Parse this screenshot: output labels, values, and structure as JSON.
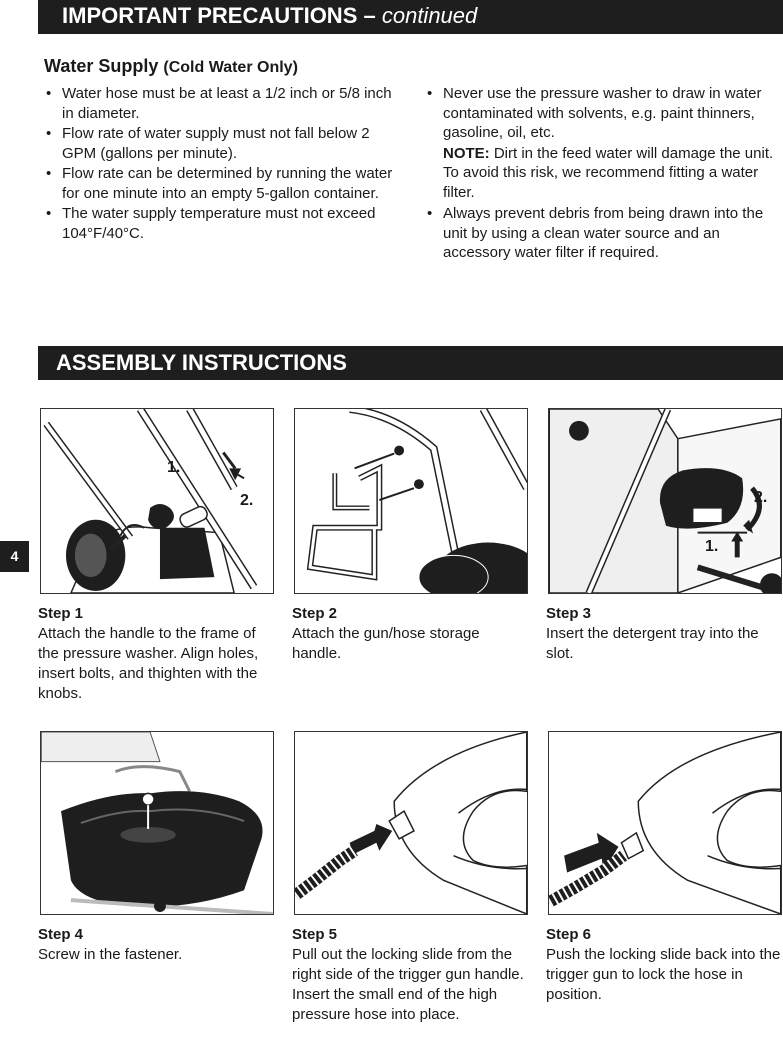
{
  "precautions": {
    "title": "IMPORTANT PRECAUTIONS –",
    "title_continued": "continued",
    "water_supply_title": "Water Supply",
    "water_supply_subtitle": "(Cold Water Only)",
    "left_bullets": [
      "Water hose must be at least a 1/2 inch or 5/8 inch in diameter.",
      "Flow rate of water supply must not fall below 2 GPM (gallons per minute).",
      "Flow rate can be determined by running the water for one minute into an empty 5-gallon container.",
      "The water supply temperature must not exceed 104°F/40°C."
    ],
    "right_bullet_1": "Never use the pressure washer to draw in water contaminated with solvents, e.g. paint thinners, gasoline, oil, etc.",
    "note_label": "NOTE:",
    "note_text": "Dirt in the feed water will damage the unit. To avoid this risk, we recommend fitting a water filter.",
    "right_bullet_2": "Always prevent debris from being drawn into the unit by using a clean water source and an accessory water filter if required."
  },
  "assembly": {
    "title": "ASSEMBLY INSTRUCTIONS"
  },
  "page_number": "4",
  "figure_labels": {
    "one": "1.",
    "two": "2."
  },
  "steps": [
    {
      "title": "Step 1",
      "text": "Attach the handle to the frame of the pressure washer. Align holes, insert bolts, and thighten with the knobs."
    },
    {
      "title": "Step 2",
      "text": "Attach the gun/hose storage handle."
    },
    {
      "title": "Step 3",
      "text": "Insert the detergent tray into the slot."
    },
    {
      "title": "Step 4",
      "text": "Screw in the fastener."
    },
    {
      "title": "Step 5",
      "text": "Pull out the locking slide from the right side of the trigger gun handle. Insert the small end of the high pressure hose into place."
    },
    {
      "title": "Step 6",
      "text": "Push the locking slide back into the trigger gun to lock the hose in position."
    }
  ],
  "colors": {
    "banner": "#1e1e1e",
    "text": "#1a1a1a"
  }
}
